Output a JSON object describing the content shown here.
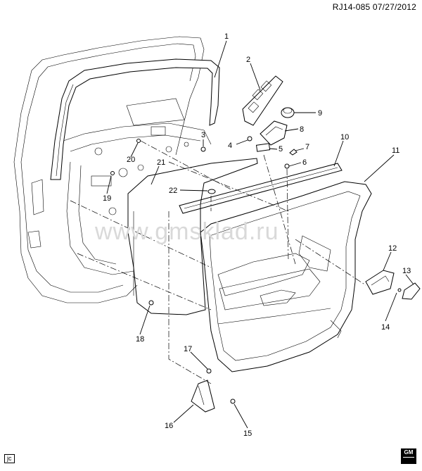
{
  "header": {
    "ref": "RJ14-085  07/27/2012"
  },
  "footer": {
    "code": "jc",
    "brand_logo": "GM"
  },
  "watermark": "www.gmsklad.ru",
  "callouts": [
    "1",
    "2",
    "3",
    "4",
    "5",
    "6",
    "7",
    "8",
    "9",
    "10",
    "11",
    "12",
    "13",
    "14",
    "15",
    "16",
    "17",
    "18",
    "19",
    "20",
    "21",
    "22"
  ]
}
